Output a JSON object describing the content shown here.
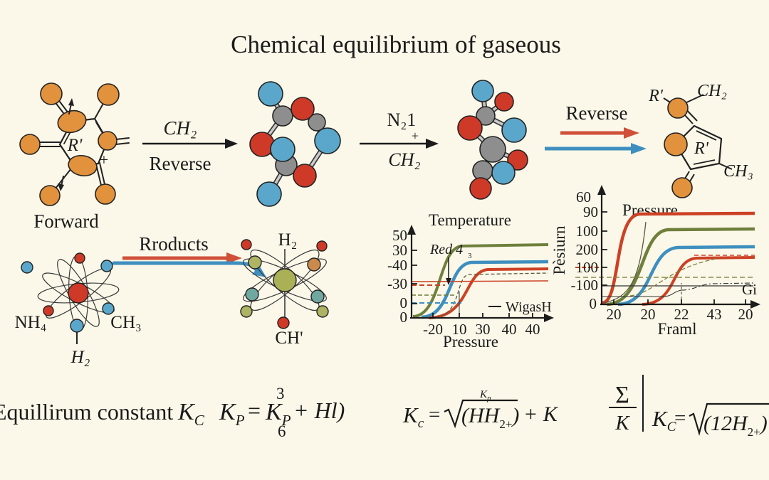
{
  "title": "Chemical equilibrium of gaseous",
  "colors": {
    "background": "#FBF8E9",
    "ink": "#1b1b1b",
    "arrow_red": "#D0503A",
    "arrow_blue": "#3E8FBF",
    "ball_orange": "#E2913C",
    "ball_red": "#CF3A28",
    "ball_blue": "#5AA7CB",
    "ball_gray": "#8E8E8E",
    "nucleus_green": "#A9B055",
    "electron_teal": "#6FA8A0",
    "electron_olive": "#AEB464",
    "electron_orange": "#C98A4B",
    "curve_green": "#6F7F3C",
    "curve_blue": "#3E8FBF",
    "curve_red": "#CC4125",
    "curve_thin": "#5a5a42"
  },
  "reaction": {
    "mol1_center": "R'",
    "mol1_charge": "+",
    "mol1_caption": "Forward",
    "arrow1_top": "CH₂",
    "arrow1_bottom": "Reverse",
    "arrow2_top": "N₂1",
    "arrow2_plus": "+",
    "arrow2_bottom": "CH₂",
    "arrow3_label": "Reverse",
    "mol4_left": "R'",
    "mol4_top": "CH₂",
    "mol4_center": "R'",
    "mol4_right": "CH₃"
  },
  "products": {
    "arrow_label": "Rroducts",
    "atom1_left": "NH₄",
    "atom1_right": "CH₃",
    "atom1_bottom": "H₂",
    "atom2_top": "H₂",
    "atom2_bottom": "CH'"
  },
  "charts": {
    "temperature": {
      "title": "Temperature",
      "annotation": "Red 4",
      "annotation_sub": "3",
      "legend": "WigasH",
      "xlabel": "Pressure",
      "y_ticks": [
        "50",
        "30",
        "-40",
        "-30",
        "0",
        "0"
      ],
      "x_ticks": [
        "-20",
        "10",
        "30",
        "40",
        "40"
      ]
    },
    "pressure": {
      "title": "Pressure",
      "ylabel": "Pèsiurn",
      "xlabel": "Framl",
      "right_label": "Gi",
      "y_ticks": [
        "60",
        "90",
        "100",
        "200",
        "100",
        "-100",
        "0"
      ],
      "x_ticks": [
        "20",
        "20",
        "22",
        "43",
        "20"
      ]
    }
  },
  "equations": {
    "eq1_text": "Equillirum constant",
    "eq1_k1": "K",
    "eq1_k1_sub": "C",
    "eq1_k2": "K",
    "eq1_k2_sub": "P",
    "eq1_equals": "=",
    "eq1_k3": "K",
    "eq1_k3_sub": "P",
    "eq1_sup": "3",
    "eq1_below": "6",
    "eq1_tail": "+ Hl)",
    "eq2_k": "K",
    "eq2_k_sub": "c",
    "eq2_equals": "=",
    "eq2_rad": "K",
    "eq2_rad_sub": "p",
    "eq2_open": "(HH",
    "eq2_sub": "2+",
    "eq2_close": ")",
    "eq2_tail": "+ K",
    "eq3_num": "Σ",
    "eq3_den": "K",
    "eq3_k": "K",
    "eq3_k_sub": "C",
    "eq3_equals": "=",
    "eq3_open": "(12H",
    "eq3_sub": "2+",
    "eq3_close": ")"
  },
  "chart_data": [
    {
      "type": "line",
      "title": "Temperature",
      "xlabel": "Pressure",
      "x_tick_labels": [
        "-20",
        "10",
        "30",
        "40",
        "40"
      ],
      "y_tick_labels": [
        "50",
        "30",
        "-40",
        "-30",
        "0",
        "0"
      ],
      "legend": [
        "WigasH"
      ],
      "legend_position": "lower right",
      "annotations": [
        "Red 4"
      ],
      "grid": false,
      "series": [
        {
          "name": "green sigmoid",
          "color": "#6F7F3C",
          "shape": "sigmoid",
          "plateau_at_tick": "50",
          "midpoint_at_tick": "10"
        },
        {
          "name": "blue sigmoid",
          "color": "#3E8FBF",
          "shape": "sigmoid",
          "plateau_at_tick": "-40",
          "midpoint_at_tick": "10"
        },
        {
          "name": "red sigmoid",
          "color": "#CC4125",
          "shape": "sigmoid",
          "plateau_at_tick": "-40",
          "midpoint_at_tick": "30"
        },
        {
          "name": "thin olive dashed sigmoid",
          "color": "#5a5a42",
          "shape": "sigmoid-dashed",
          "plateau_at_tick": "-30"
        },
        {
          "name": "red thin level",
          "color": "#CC4125",
          "shape": "horizontal",
          "level_at_tick": "-30"
        },
        {
          "name": "red dashed level",
          "color": "#CC4125",
          "shape": "horizontal-dashed",
          "level_at_tick": "-30"
        },
        {
          "name": "green dashed level",
          "color": "#6F7F3C",
          "shape": "horizontal-dashed",
          "level_between": [
            "-30",
            "0"
          ]
        },
        {
          "name": "blue dashed level",
          "color": "#3E8FBF",
          "shape": "horizontal-dashed",
          "level_at_tick": "0"
        }
      ]
    },
    {
      "type": "line",
      "title": "Pressure",
      "ylabel": "Pèsiurn",
      "xlabel": "Framl",
      "x_tick_labels": [
        "20",
        "20",
        "22",
        "43",
        "20"
      ],
      "y_tick_labels": [
        "60",
        "90",
        "100",
        "200",
        "100",
        "-100",
        "0"
      ],
      "right_edge_label": "Gi",
      "grid": false,
      "series": [
        {
          "name": "red large sigmoid",
          "color": "#CC4125",
          "shape": "sigmoid",
          "plateau_at_tick": "90",
          "midpoint_at_x_tick": "20"
        },
        {
          "name": "green sigmoid",
          "color": "#6F7F3C",
          "shape": "sigmoid",
          "plateau_at_tick": "100",
          "midpoint_at_x_tick": "20"
        },
        {
          "name": "blue sigmoid",
          "color": "#3E8FBF",
          "shape": "sigmoid",
          "plateau_at_tick": "200",
          "midpoint_at_x_tick": "22"
        },
        {
          "name": "red small sigmoid",
          "color": "#CC4125",
          "shape": "sigmoid",
          "plateau_between": [
            "200",
            "100"
          ],
          "midpoint_at_x_tick": "22"
        },
        {
          "name": "thin overshoot curve",
          "color": "#5a5a42",
          "shape": "steep-thin-curve"
        },
        {
          "name": "black level line",
          "color": "#333333",
          "shape": "horizontal",
          "level_at_tick": "-100"
        },
        {
          "name": "red dashed stub",
          "color": "#CC4125",
          "shape": "horizontal-dashed",
          "level_at_tick": "100"
        },
        {
          "name": "olive dashed level",
          "color": "#8a8a4a",
          "shape": "horizontal-dashed",
          "level_between": [
            "100",
            "-100"
          ]
        },
        {
          "name": "olive dashed diagonal",
          "color": "#7a7f3c",
          "shape": "diagonal-dashed"
        }
      ]
    }
  ]
}
